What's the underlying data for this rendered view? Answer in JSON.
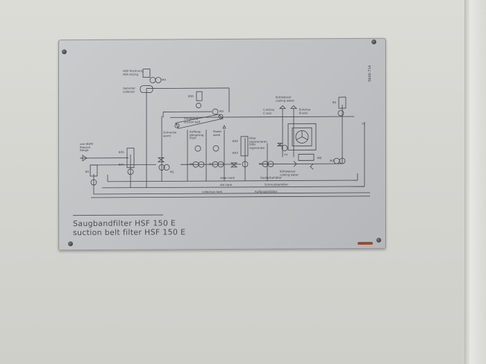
{
  "plate": {
    "code": "5640 714",
    "title_de": "Saugbandfilter HSF 150 E",
    "title_en": "suction belt filter HSF 150 E"
  },
  "labels": {
    "hsp_drying": "HSP-Trocknung\nHSP-drying",
    "m4": "M4",
    "sammler": "Sammler\ncollector",
    "b36": "B36",
    "m3": "M3",
    "saugband": "Saugband\nsuction belt",
    "kuehlwasser_top": "Kühlwasser\ncooling water",
    "c_achse": "C-Achse\nC-axis",
    "b_achse": "B-Achse\nB-axis",
    "b5": "B5",
    "y3": "Y3",
    "schnecke": "Schnecke\nworm",
    "auffang": "Auffang-\ndämpfung\nflush",
    "power_wash": "Power\nwash",
    "b32": "B32",
    "filter_regen": "Filter\nregenerieren\nfilter\nregenerate",
    "b33": "B33",
    "von_wzm": "von WZM\nPlansch\nflange",
    "b35": "B35",
    "b34": "B34",
    "b1": "B1",
    "m1": "M1",
    "m6": "M6",
    "m7": "M7",
    "m5": "M5",
    "m2": "M2",
    "m8": "M8",
    "y4": "Y4",
    "kuehlwasser_bottom": "Kühlwasser\ncooling water",
    "clean_tank": "clean tank",
    "sauberbehaelter": "Sauberbehälter",
    "dirt_tank": "dirt tank",
    "schmutzbehaelter": "Schmutzbehälter",
    "collection_tank": "collection tank",
    "auffangbehaelter": "Auffangbehälter"
  }
}
